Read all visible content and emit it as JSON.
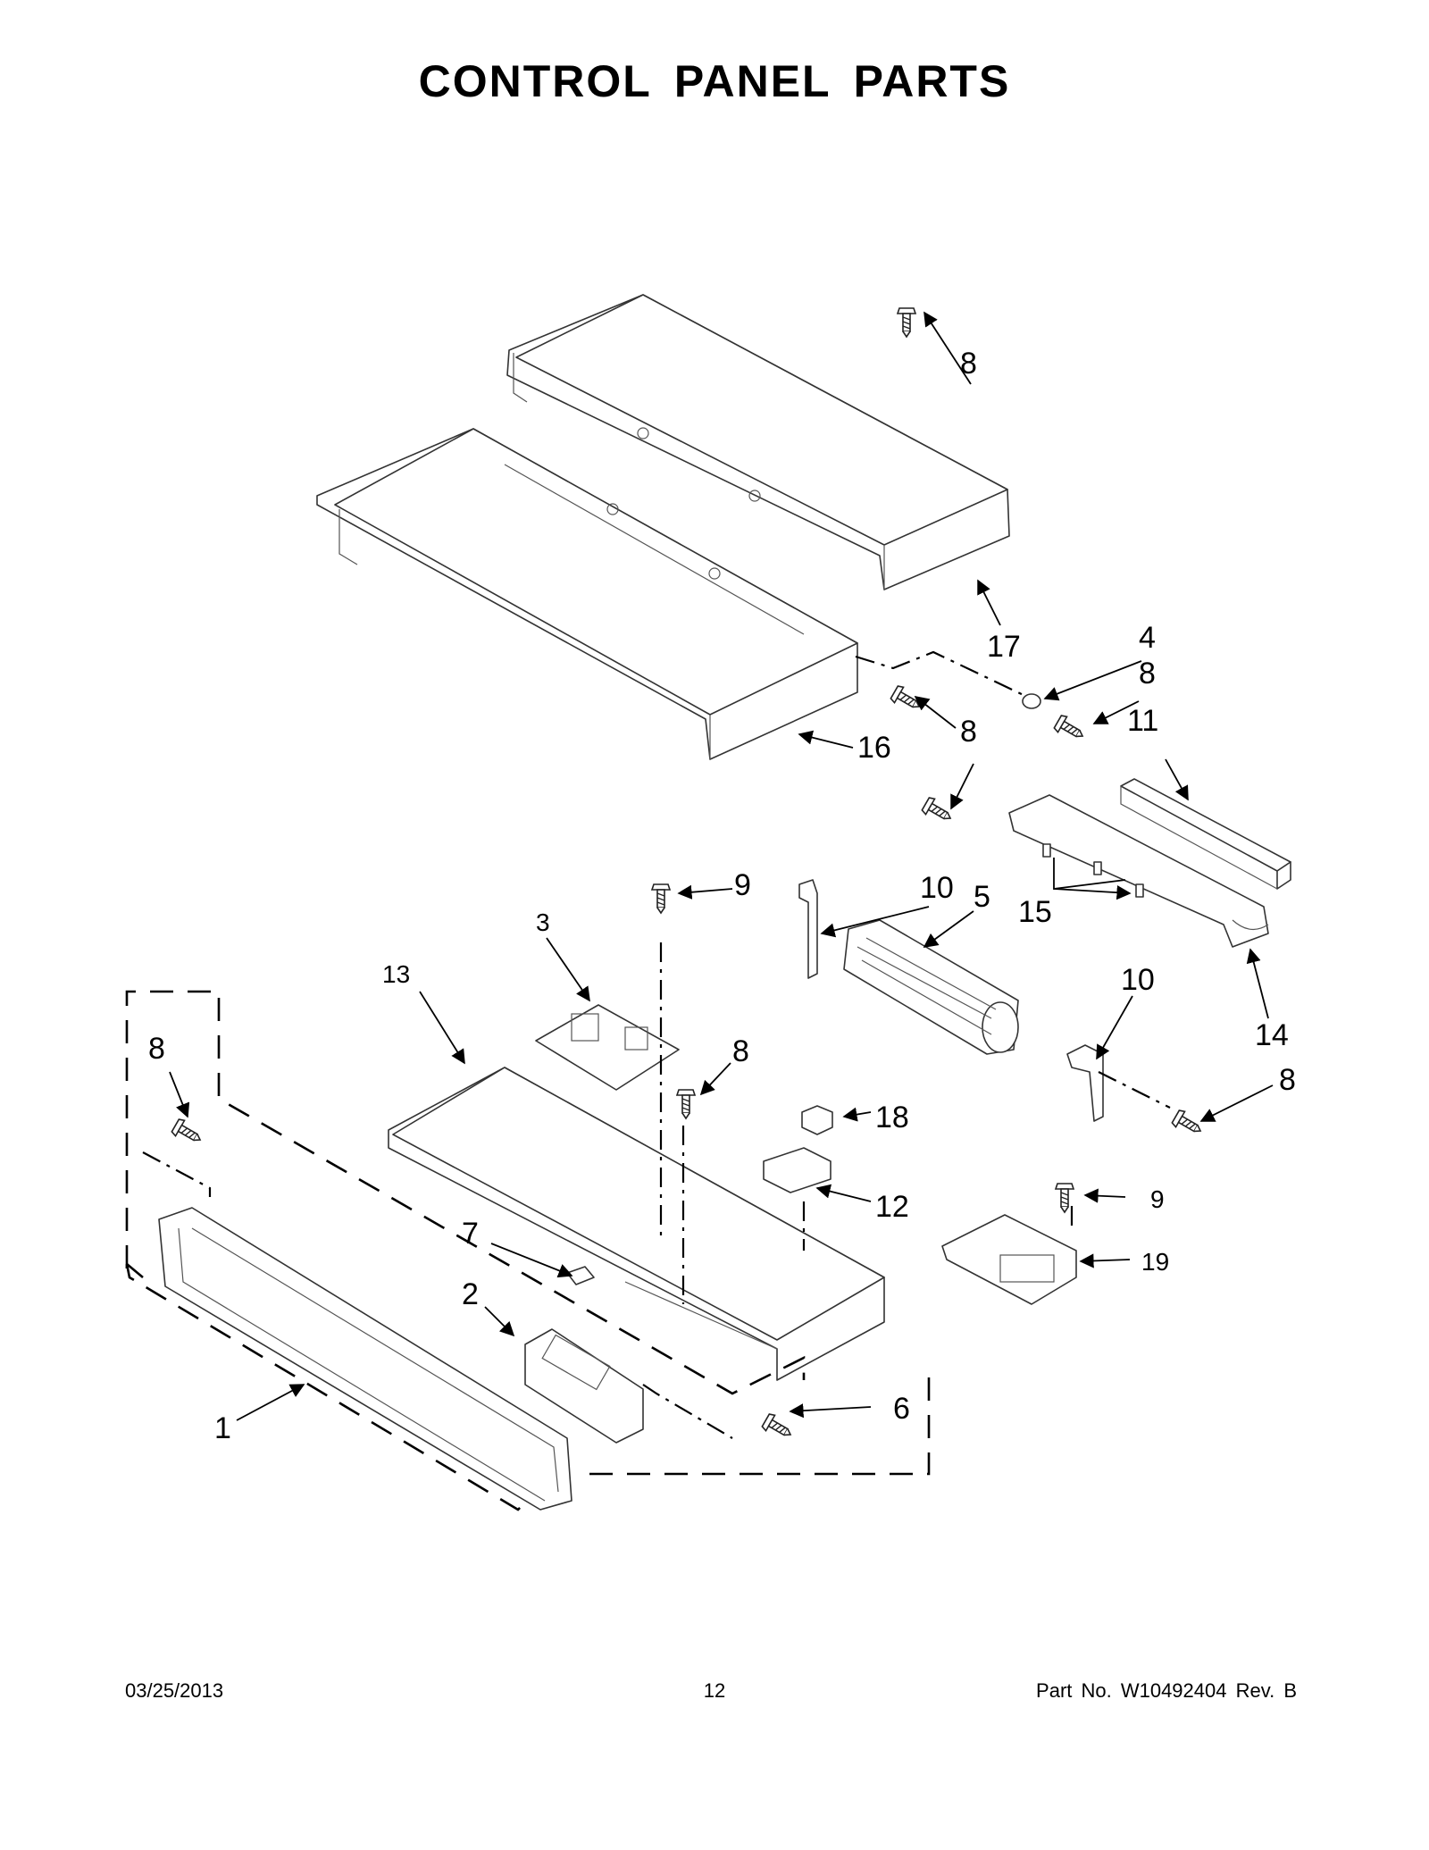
{
  "page": {
    "title": "CONTROL PANEL PARTS",
    "footer": {
      "date": "03/25/2013",
      "page_number": "12",
      "part_number": "Part No.  W10492404  Rev.  B"
    }
  },
  "callouts": [
    {
      "id": "c17",
      "label": "17"
    },
    {
      "id": "c8a",
      "label": "8"
    },
    {
      "id": "c4",
      "label": "4"
    },
    {
      "id": "c8b",
      "label": "8"
    },
    {
      "id": "c11",
      "label": "11"
    },
    {
      "id": "c8c",
      "label": "8"
    },
    {
      "id": "c16",
      "label": "16"
    },
    {
      "id": "c9a",
      "label": "9"
    },
    {
      "id": "c10a",
      "label": "10"
    },
    {
      "id": "c5",
      "label": "5"
    },
    {
      "id": "c15",
      "label": "15"
    },
    {
      "id": "c3",
      "label": "3"
    },
    {
      "id": "c13",
      "label": "13"
    },
    {
      "id": "c10b",
      "label": "10"
    },
    {
      "id": "c14",
      "label": "14"
    },
    {
      "id": "c8d",
      "label": "8"
    },
    {
      "id": "c8e",
      "label": "8"
    },
    {
      "id": "c8f",
      "label": "8"
    },
    {
      "id": "c18",
      "label": "18"
    },
    {
      "id": "c12",
      "label": "12"
    },
    {
      "id": "c9b",
      "label": "9"
    },
    {
      "id": "c7",
      "label": "7"
    },
    {
      "id": "c19",
      "label": "19"
    },
    {
      "id": "c2",
      "label": "2"
    },
    {
      "id": "c6",
      "label": "6"
    },
    {
      "id": "c1",
      "label": "1"
    }
  ]
}
